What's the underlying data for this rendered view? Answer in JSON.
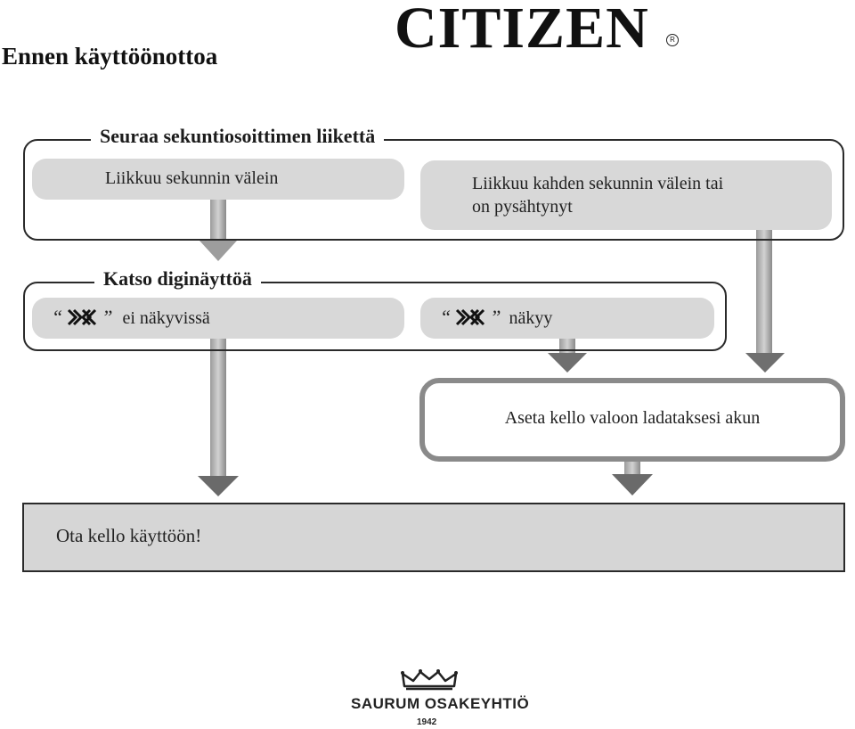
{
  "header": {
    "title": "Ennen käyttöönottoa",
    "brand": "CITIZEN",
    "registered_mark": "R"
  },
  "diagram": {
    "section1": {
      "title": "Seuraa sekuntiosoittimen liikettä",
      "option_left": "Liikkuu sekunnin välein",
      "option_right_line1": "Liikkuu kahden sekunnin välein tai",
      "option_right_line2": "on pysähtynyt"
    },
    "section2": {
      "title": "Katso diginäyttöä",
      "option_left": "ei näkyvissä",
      "option_right": "näkyy"
    },
    "charge_step": "Aseta kello valoon ladataksesi akun",
    "final_step": "Ota kello käyttöön!"
  },
  "footer": {
    "company": "SAURUM OSAKEYHTIÖ",
    "year": "1942"
  },
  "colors": {
    "pill": "#d8d8d8",
    "charge_border": "#8a8a8a",
    "result_fill": "#d6d6d6",
    "frame_border": "#2a2a2a"
  },
  "icons": {
    "display_symbol": "crossed-hands-symbol-icon",
    "crown": "crown-icon"
  }
}
